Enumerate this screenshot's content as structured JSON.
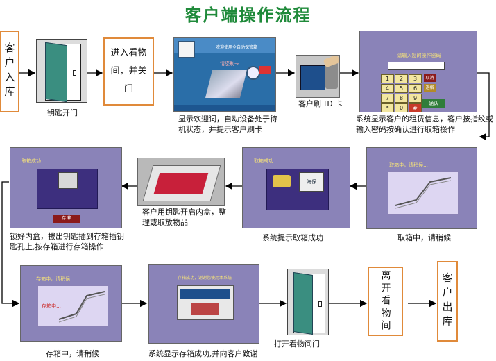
{
  "title": "客户端操作流程",
  "start_box": "客户入库",
  "end_box": "客户出库",
  "enter_box": "进入看物间，并关门",
  "leave_box": "离开看物间",
  "steps": {
    "key_open": "钥匙开门",
    "welcome": "显示欢迎词，自动设备处于待机状态，并提示客户刷卡",
    "swipe": "客户刷 ID 卡",
    "verify": "系统显示客户的租赁信息，客户按指纹或输入密码按确认进行取箱操作",
    "fetching": "取箱中，请稍候",
    "fetch_ok": "系统提示取箱成功",
    "open_box": "客户用钥匙开启内盒，整理或取放物品",
    "lock_box": "锁好内盒，拔出钥匙插到存箱插钥匙孔上,按存箱进行存箱操作",
    "storing": "存箱中，请稍候",
    "store_ok": "系统显示存箱成功,并向客户致谢",
    "open_door": "打开看物间门"
  },
  "screens": {
    "welcome_banner": "欢迎使用全自动保管箱",
    "welcome_sub": "请您刷卡",
    "keypad_title": "请输入您的操作密码",
    "keypad_confirm": "确认",
    "keypad_cancel": "取消",
    "keypad_back": "退格",
    "fetching": "取箱中，请稍候...",
    "fetch_ok": "取箱成功",
    "storing": "存箱中，请稍候...",
    "store_ok": "存箱成功，谢谢您使用本系统",
    "store_btn": "存 箱",
    "store_in_progress": "存箱中...",
    "logo": "海保"
  }
}
